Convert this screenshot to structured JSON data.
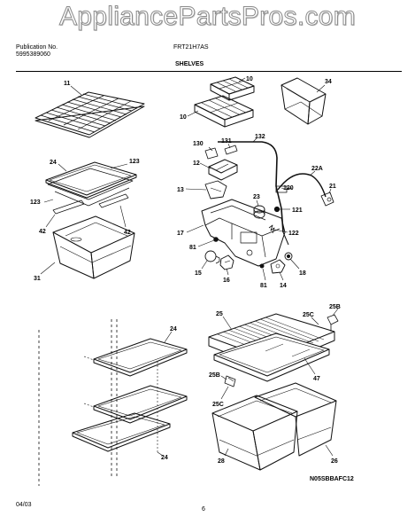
{
  "watermark": "AppliancePartsPros.com",
  "header": {
    "pub_label": "Publication No.",
    "pub_number": "5995389060",
    "model": "FRT21H7AS",
    "section": "SHELVES"
  },
  "footer": {
    "date": "04/03",
    "page": "6",
    "code": "N05SBBAFC12"
  },
  "callouts": {
    "c10a": "10",
    "c10b": "10",
    "c11": "11",
    "c34": "34",
    "c132": "132",
    "c130": "130",
    "c131": "131",
    "c12": "12",
    "c13": "13",
    "c22a": "22A",
    "c21": "21",
    "c23": "23",
    "c120": "120",
    "c121": "121",
    "c122": "122",
    "c17": "17",
    "c81a": "81",
    "c81b": "81",
    "c15": "15",
    "c16": "16",
    "c14": "14",
    "c18": "18",
    "c24a": "24",
    "c123a": "123",
    "c123b": "123",
    "c42a": "42",
    "c42b": "42",
    "c31": "31",
    "c24b": "24",
    "c24c": "24",
    "c25": "25",
    "c25c_a": "25C",
    "c25b_a": "25B",
    "c47": "47",
    "c25b_b": "25B",
    "c25c_b": "25C",
    "c28": "28",
    "c26": "26"
  }
}
